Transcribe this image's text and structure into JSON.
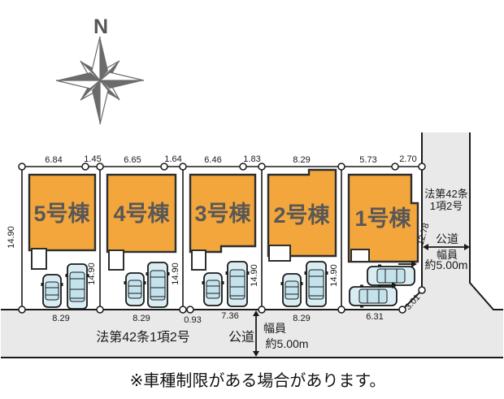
{
  "compass": {
    "north": "N"
  },
  "plan": {
    "top_dims": [
      "6.84",
      "1.45",
      "6.65",
      "1.64",
      "6.46",
      "1.83",
      "8.29",
      "5.73",
      "2.70"
    ],
    "bottom_dims": [
      "8.29",
      "8.29",
      "0.93",
      "7.36",
      "8.29",
      "6.31"
    ],
    "left_dim": "14.90",
    "depth_dims": [
      "14.90",
      "14.90",
      "14.90",
      "14.90"
    ],
    "right_dim": "12.78",
    "corner_dim": "3.01",
    "buildings": [
      {
        "label": "5号棟"
      },
      {
        "label": "4号棟"
      },
      {
        "label": "3号棟"
      },
      {
        "label": "2号棟"
      },
      {
        "label": "1号棟"
      }
    ]
  },
  "right_road": {
    "law_line1": "法第42条",
    "law_line2": "1項2号",
    "type": "公道",
    "width_line1": "幅員",
    "width_line2": "約5.00m"
  },
  "bottom_road": {
    "law": "法第42条1項2号",
    "type": "公道",
    "width_line1": "幅員",
    "width_line2": "約5.00m"
  },
  "note": "※車種制限がある場合があります。",
  "colors": {
    "building": "#F2A63C",
    "road": "#E9E9E9",
    "car": "#D9ECF2",
    "label": "#595757"
  }
}
